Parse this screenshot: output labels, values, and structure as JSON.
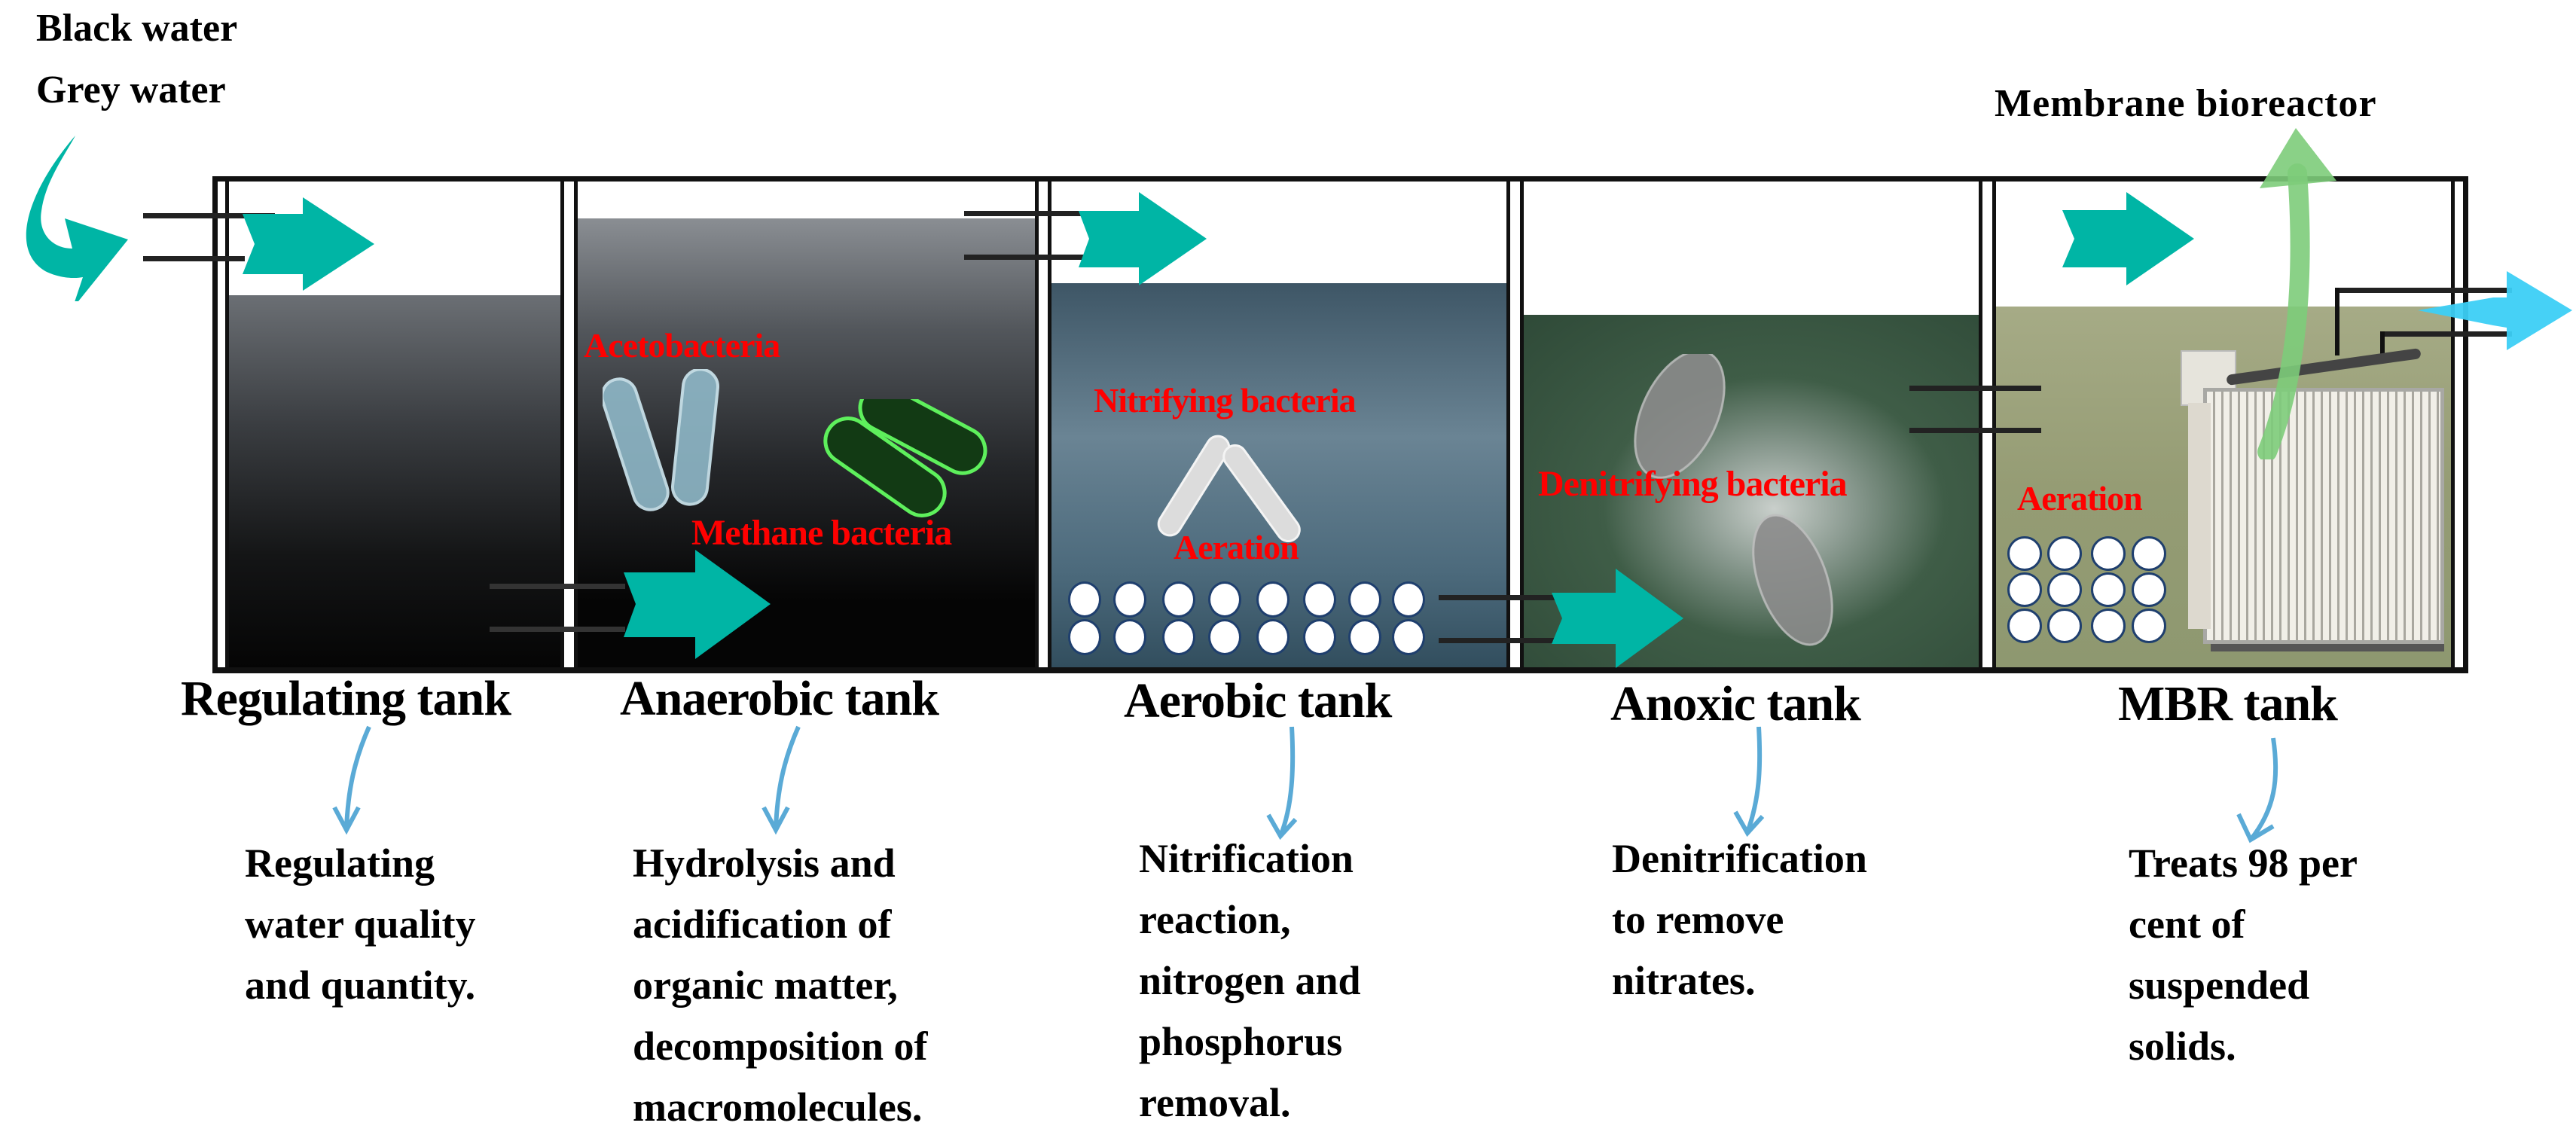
{
  "inlet": {
    "line1": "Black water",
    "line2": "Grey water"
  },
  "mbr_header": "Membrane bioreactor",
  "tanks": [
    {
      "label": "Regulating tank",
      "description": "Regulating\nwater quality\nand quantity.",
      "water_color": "#2b2d30"
    },
    {
      "label": "Anaerobic tank",
      "description": "Hydrolysis and\nacidification of\norganic matter,\ndecomposition of\nmacromolecules.",
      "bacteria": [
        "Acetobacteria",
        "Methane bacteria"
      ],
      "water_color": "#26282b"
    },
    {
      "label": "Aerobic tank",
      "description": "Nitrification\nreaction,\nnitrogen and\nphosphorus\nremoval.",
      "bacteria": [
        "Nitrifying bacteria"
      ],
      "aeration_label": "Aeration",
      "water_color": "#4f6e80"
    },
    {
      "label": "Anoxic tank",
      "description": "Denitrification\nto remove\nnitrates.",
      "bacteria": [
        "Denitrifying bacteria"
      ],
      "water_color": "#3d5a45"
    },
    {
      "label": "MBR tank",
      "description": "Treats 98 per\ncent of\nsuspended\nsolids.",
      "aeration_label": "Aeration",
      "water_color": "#9aa07a"
    }
  ],
  "colors": {
    "flow_arrow": "#00b5a5",
    "outlet_arrow": "#3ccff5",
    "membrane_arrow": "#7dcc7a",
    "annotation_arrow": "#5aaad6",
    "bacteria_label": "#ff0000",
    "bubble_border": "#1f3f6e"
  }
}
